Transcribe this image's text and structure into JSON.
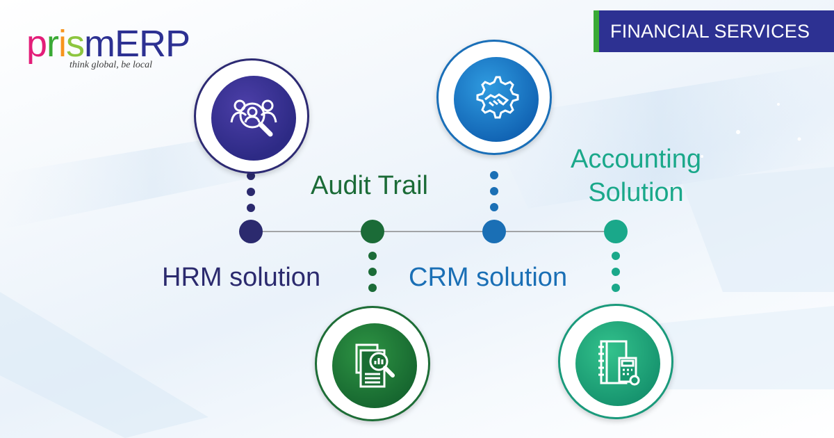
{
  "brand": {
    "name_parts": [
      "p",
      "r",
      "i",
      "s",
      "m",
      "ERP"
    ],
    "name_colors": [
      "#e31e79",
      "#3aaa35",
      "#f7941d",
      "#8dc63f",
      "#2d3192",
      "#2d3192"
    ],
    "tagline": "think global, be local"
  },
  "banner": {
    "text": "FINANCIAL SERVICES",
    "color": "#2d3192",
    "accent": "#3aaa35"
  },
  "nodes": {
    "hrm": {
      "label": "HRM solution",
      "icon": "user-search-icon",
      "color": "#2b2a6e"
    },
    "audit": {
      "label": "Audit Trail",
      "icon": "document-analysis-icon",
      "color": "#1b6b37"
    },
    "crm": {
      "label": "CRM solution",
      "icon": "handshake-gear-icon",
      "color": "#1a6fb5"
    },
    "accounting": {
      "label_line1": "Accounting",
      "label_line2": "Solution",
      "icon": "ledger-calculator-icon",
      "color": "#1aa88a"
    }
  }
}
